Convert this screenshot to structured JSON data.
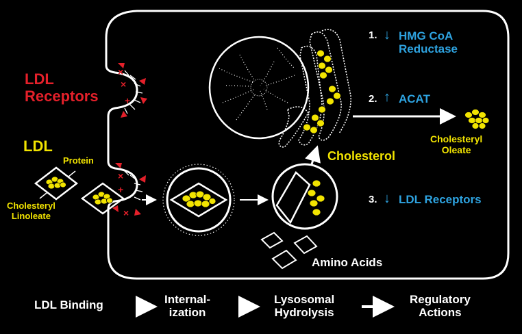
{
  "labels": {
    "ldl_receptors_line1": "LDL",
    "ldl_receptors_line2": "Receptors",
    "ldl": "LDL",
    "protein": "Protein",
    "cholesteryl_linoleate_line1": "Cholesteryl",
    "cholesteryl_linoleate_line2": "Linoleate",
    "cholesterol": "Cholesterol",
    "cholesteryl_oleate_line1": "Cholesteryl",
    "cholesteryl_oleate_line2": "Oleate",
    "amino_acids": "Amino Acids"
  },
  "regulatory_actions": [
    {
      "number": "1.",
      "direction": "down",
      "line1": "HMG CoA",
      "line2": "Reductase"
    },
    {
      "number": "2.",
      "direction": "up",
      "line1": "ACAT",
      "line2": ""
    },
    {
      "number": "3.",
      "direction": "down",
      "line1": "LDL Receptors",
      "line2": ""
    }
  ],
  "steps": [
    {
      "line1": "LDL Binding",
      "line2": ""
    },
    {
      "line1": "Internal-",
      "line2": "ization"
    },
    {
      "line1": "Lysosomal",
      "line2": "Hydrolysis"
    },
    {
      "line1": "Regulatory",
      "line2": "Actions"
    }
  ],
  "colors": {
    "background": "#000000",
    "outline": "#ffffff",
    "receptor_label": "#e4202a",
    "lipid": "#f2e400",
    "regulation": "#2ea3e0"
  }
}
